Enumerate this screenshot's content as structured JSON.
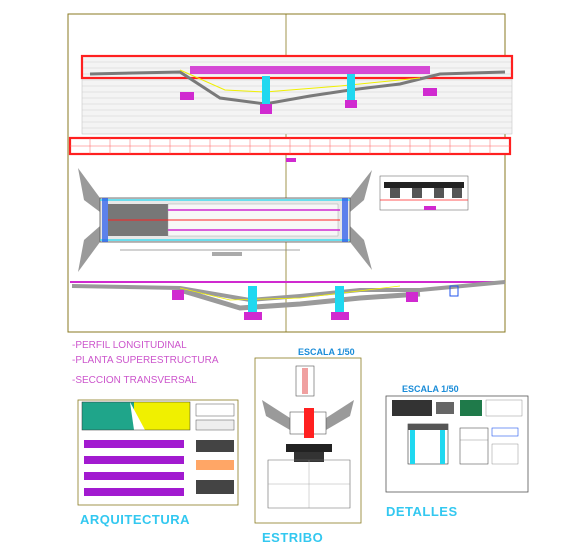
{
  "legend": {
    "items": [
      "-PERFIL LONGITUDINAL",
      "-PLANTA SUPERESTRUCTURA",
      "-SECCION TRANSVERSAL"
    ]
  },
  "sections": {
    "arquitectura": "ARQUITECTURA",
    "estribo": "ESTRIBO",
    "detalles": "DETALLES"
  },
  "scales": {
    "estribo": "ESCALA 1/50",
    "detalles": "ESCALA 1/50"
  },
  "colors": {
    "sheet_border": "#8a7a20",
    "red": "#ff2020",
    "magenta": "#d02ad0",
    "cyan": "#20d8f0",
    "gray": "#9a9a9a",
    "blue": "#2255ee",
    "yellow": "#f0f000",
    "label_magenta": "#cc55cc",
    "label_cyan": "#33c8f0"
  }
}
